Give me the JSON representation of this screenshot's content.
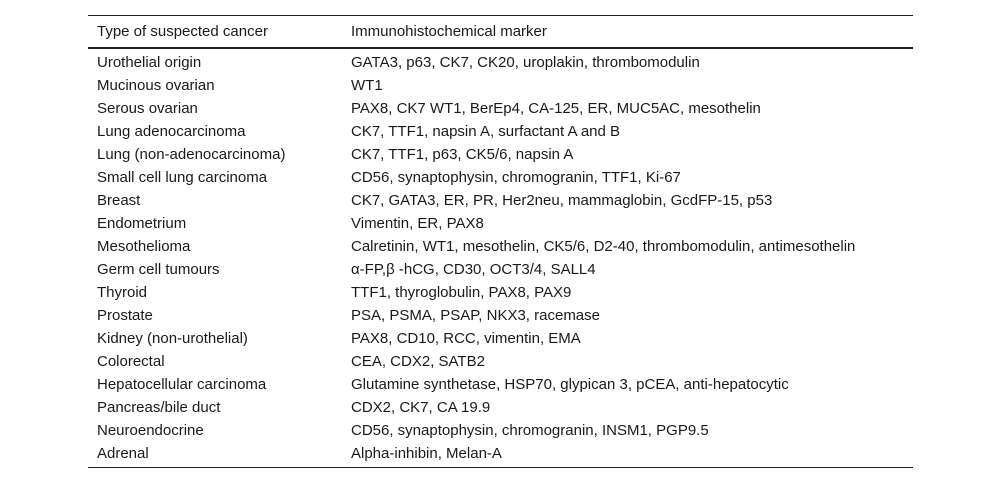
{
  "table": {
    "headers": [
      "Type of suspected cancer",
      "Immunohistochemical marker"
    ],
    "rows": [
      [
        "Urothelial origin",
        "GATA3, p63, CK7, CK20, uroplakin, thrombomodulin"
      ],
      [
        "Mucinous ovarian",
        "WT1"
      ],
      [
        "Serous ovarian",
        "PAX8, CK7 WT1, BerEp4, CA-125, ER, MUC5AC, mesothelin"
      ],
      [
        "Lung adenocarcinoma",
        "CK7, TTF1, napsin A, surfactant A and B"
      ],
      [
        "Lung (non-adenocarcinoma)",
        "CK7, TTF1, p63, CK5/6, napsin A"
      ],
      [
        "Small cell lung carcinoma",
        "CD56, synaptophysin, chromogranin, TTF1, Ki-67"
      ],
      [
        "Breast",
        "CK7, GATA3, ER, PR, Her2neu, mammaglobin, GcdFP-15, p53"
      ],
      [
        "Endometrium",
        "Vimentin, ER, PAX8"
      ],
      [
        "Mesothelioma",
        "Calretinin, WT1, mesothelin, CK5/6, D2-40, thrombomodulin, antimesothelin"
      ],
      [
        "Germ cell tumours",
        "α-FP,β -hCG, CD30, OCT3/4, SALL4"
      ],
      [
        "Thyroid",
        "TTF1, thyroglobulin, PAX8, PAX9"
      ],
      [
        "Prostate",
        "PSA, PSMA, PSAP, NKX3, racemase"
      ],
      [
        "Kidney (non-urothelial)",
        "PAX8, CD10, RCC, vimentin, EMA"
      ],
      [
        "Colorectal",
        "CEA, CDX2, SATB2"
      ],
      [
        "Hepatocellular carcinoma",
        "Glutamine synthetase, HSP70, glypican 3, pCEA, anti-hepatocytic"
      ],
      [
        "Pancreas/bile duct",
        "CDX2, CK7, CA 19.9"
      ],
      [
        "Neuroendocrine",
        "CD56, synaptophysin, chromogranin, INSM1, PGP9.5"
      ],
      [
        "Adrenal",
        "Alpha-inhibin, Melan-A"
      ]
    ]
  }
}
